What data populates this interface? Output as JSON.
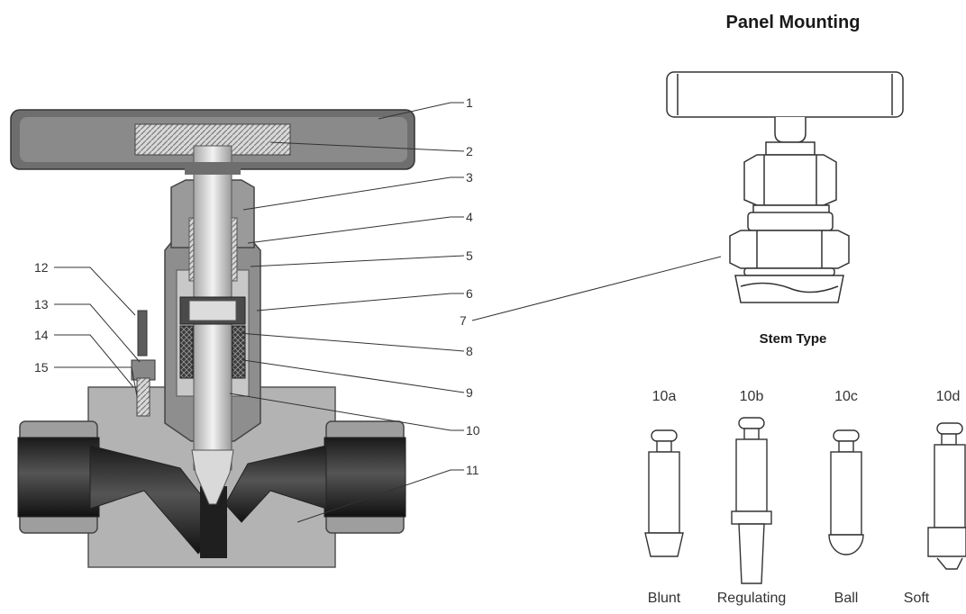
{
  "panel_title": "Panel Mounting",
  "stem_title": "Stem Type",
  "callouts": [
    "1",
    "2",
    "3",
    "4",
    "5",
    "6",
    "7",
    "8",
    "9",
    "10",
    "11",
    "12",
    "13",
    "14",
    "15"
  ],
  "stem_types": [
    {
      "code": "10a",
      "name": "Blunt"
    },
    {
      "code": "10b",
      "name": "Regulating"
    },
    {
      "code": "10c",
      "name": "Ball"
    },
    {
      "code": "10d",
      "name": "Soft"
    }
  ]
}
